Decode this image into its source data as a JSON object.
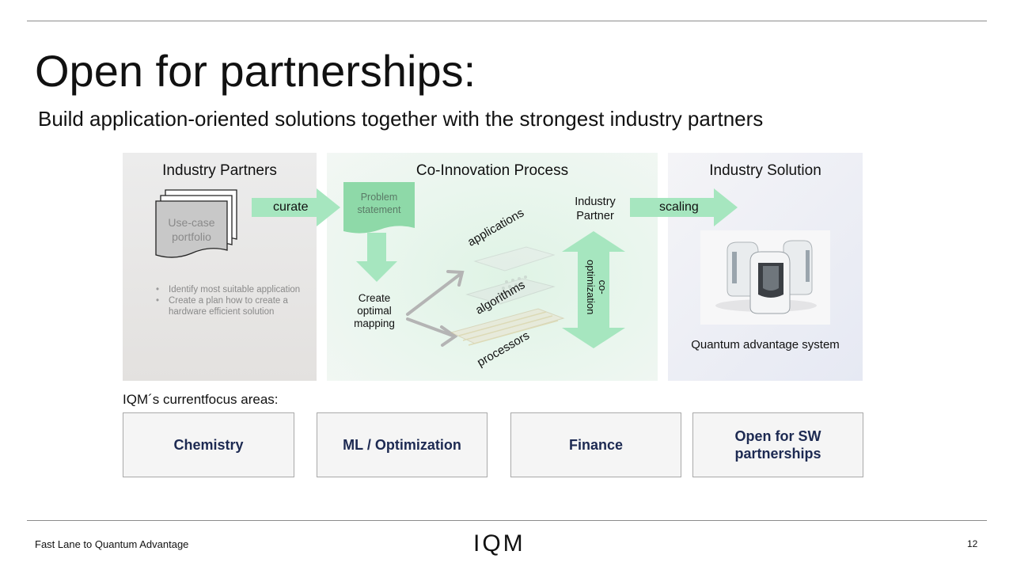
{
  "header": {
    "title": "Open for partnerships:",
    "subtitle": "Build application-oriented solutions together with the strongest industry partners"
  },
  "panels": {
    "industry_partners": {
      "title": "Industry Partners",
      "doc_line1": "Use-case",
      "doc_line2": "portfolio",
      "bullets": [
        "Identify most suitable application",
        "Create a plan how to create a hardware efficient solution"
      ]
    },
    "co_innovation": {
      "title": "Co-Innovation Process",
      "problem_line1": "Problem",
      "problem_line2": "statement",
      "mapping_line1": "Create",
      "mapping_line2": "optimal",
      "mapping_line3": "mapping",
      "layer_applications": "applications",
      "layer_algorithms": "algorithms",
      "layer_processors": "processors",
      "partner_line1": "Industry",
      "partner_line2": "Partner",
      "cooptimization_line1": "co-",
      "cooptimization_line2": "optimization"
    },
    "industry_solution": {
      "title": "Industry Solution",
      "system_label": "Quantum advantage system"
    }
  },
  "arrows": {
    "curate": "curate",
    "scaling": "scaling"
  },
  "focus": {
    "label": "IQM´s currentfocus areas:",
    "areas": [
      "Chemistry",
      "ML / Optimization",
      "Finance",
      "Open for SW partnerships"
    ]
  },
  "footer": {
    "left_text": "Fast Lane to Quantum Advantage",
    "logo": "IQM",
    "page_number": "12"
  },
  "colors": {
    "arrow_green": "#a6e6bf",
    "gray_arrow": "#b4b4b4",
    "focus_text": "#1d2a52"
  }
}
